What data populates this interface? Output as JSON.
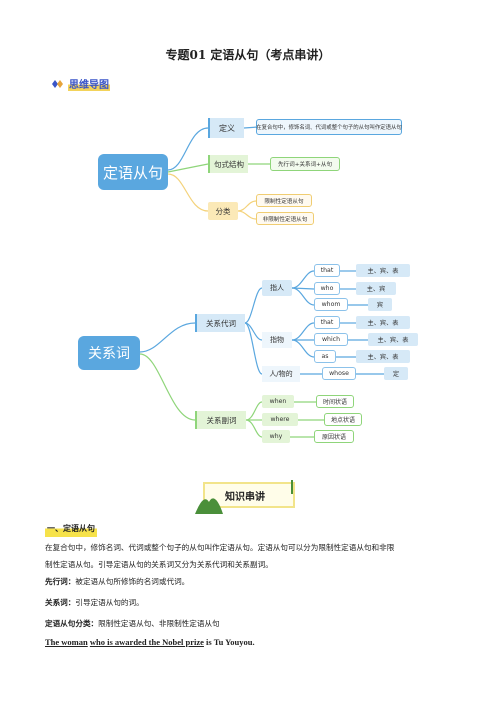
{
  "title": "专题01  定语从句（考点串讲）",
  "mindmap_label": "思维导图",
  "map1": {
    "root": "定语从句",
    "branches": [
      {
        "label": "定义",
        "children": [
          "在复合句中，修饰名词、代词或整个句子的从句叫作定语从句"
        ]
      },
      {
        "label": "句式结构",
        "children": [
          "先行词+关系词+从句"
        ]
      },
      {
        "label": "分类",
        "children": [
          "限制性定语从句",
          "非限制性定语从句"
        ]
      }
    ]
  },
  "map2": {
    "root": "关系词",
    "pronoun": {
      "label": "关系代词",
      "person": {
        "label": "指人",
        "items": [
          {
            "word": "that",
            "role": "主、宾、表"
          },
          {
            "word": "who",
            "role": "主、宾"
          },
          {
            "word": "whom",
            "role": "宾"
          }
        ]
      },
      "thing": {
        "label": "指物",
        "items": [
          {
            "word": "that",
            "role": "主、宾、表"
          },
          {
            "word": "which",
            "role": "主、宾、表"
          },
          {
            "word": "as",
            "role": "主、宾、表"
          }
        ]
      },
      "both": {
        "label": "人/物的",
        "items": [
          {
            "word": "whose",
            "role": "定"
          }
        ]
      }
    },
    "adverb": {
      "label": "关系副词",
      "items": [
        {
          "word": "when",
          "role": "时间状语"
        },
        {
          "word": "where",
          "role": "地点状语"
        },
        {
          "word": "why",
          "role": "原因状语"
        }
      ]
    }
  },
  "knowledge_label": "知识串讲",
  "section1": {
    "heading": "一、定语从句",
    "para_line1": "在复合句中，修饰名词、代词或整个句子的从句叫作定语从句。定语从句可以分为限制性定语从句和非限",
    "para_line2": "制性定语从句。引导定语从句的关系词又分为关系代词和关系副词。",
    "defs": [
      {
        "term": "先行词：",
        "text": "被定语从句所修饰的名词或代词。"
      },
      {
        "term": "关系词：",
        "text": "引导定语从句的词。"
      },
      {
        "term": "定语从句分类：",
        "text": "限制性定语从句、非限制性定语从句"
      }
    ],
    "example": {
      "part1": "The woman",
      "part2": "who is awarded the Nobel prize",
      "part3": " is Tu Youyou."
    }
  },
  "colors": {
    "blue": "#5aa7df",
    "lightblue": "#d6e9f7",
    "green": "#8fd57a",
    "lightgreen": "#e3f4d7",
    "yellow": "#fbe9b7",
    "accent": "#3a55c8"
  }
}
